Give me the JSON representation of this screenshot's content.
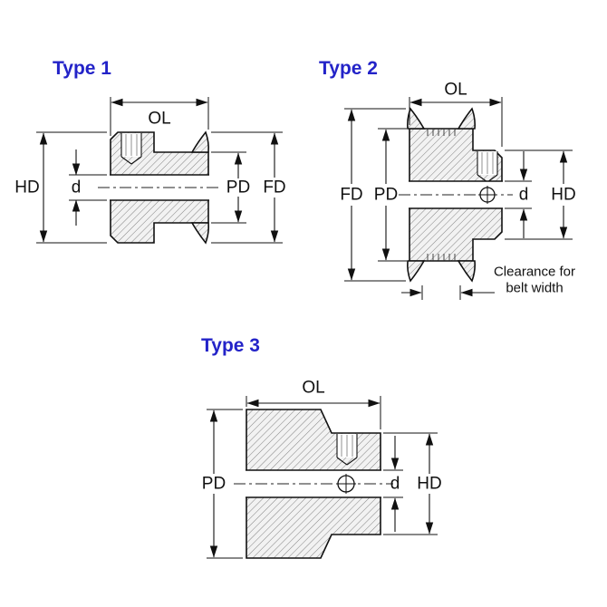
{
  "diagram": {
    "type1": {
      "title": "Type 1",
      "ol": "OL",
      "hd": "HD",
      "d": "d",
      "pd": "PD",
      "fd": "FD"
    },
    "type2": {
      "title": "Type 2",
      "ol": "OL",
      "fd": "FD",
      "pd": "PD",
      "d": "d",
      "hd": "HD",
      "note1": "Clearance for",
      "note2": "belt width"
    },
    "type3": {
      "title": "Type 3",
      "ol": "OL",
      "pd": "PD",
      "d": "d",
      "hd": "HD"
    },
    "colors": {
      "title_blue": "#2323c8",
      "line_black": "#111111",
      "hatch_gray": "#666666"
    }
  }
}
